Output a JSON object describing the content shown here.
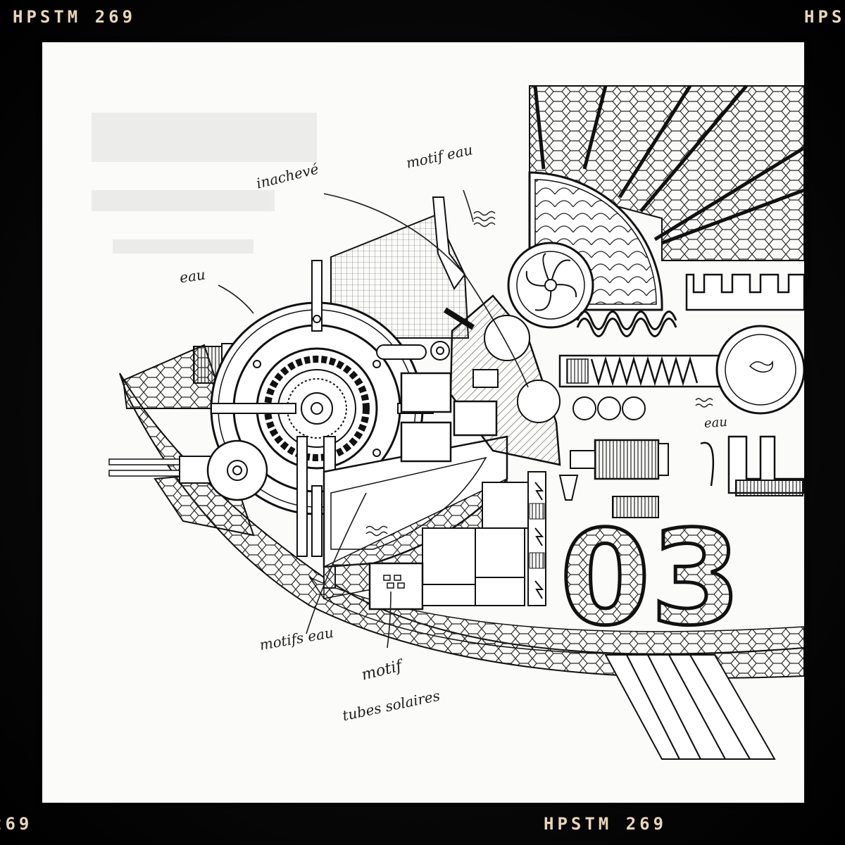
{
  "film_edge": {
    "top_left": "HPSTM 269",
    "top_right": "HPS",
    "bottom_left": "269",
    "bottom_right": "HPSTM 269"
  },
  "annotations": [
    {
      "text": "inachevé"
    },
    {
      "text": "motif eau"
    },
    {
      "text": "eau"
    },
    {
      "text": "eau"
    },
    {
      "text": "motifs eau"
    },
    {
      "text": "motif"
    },
    {
      "text": "tubes solaires"
    }
  ],
  "number_label": "03",
  "colors": {
    "film_border": "#050505",
    "paper": "#fbfbfa",
    "ink": "#1c1c1c",
    "edge_text": "#e9d6b8"
  }
}
